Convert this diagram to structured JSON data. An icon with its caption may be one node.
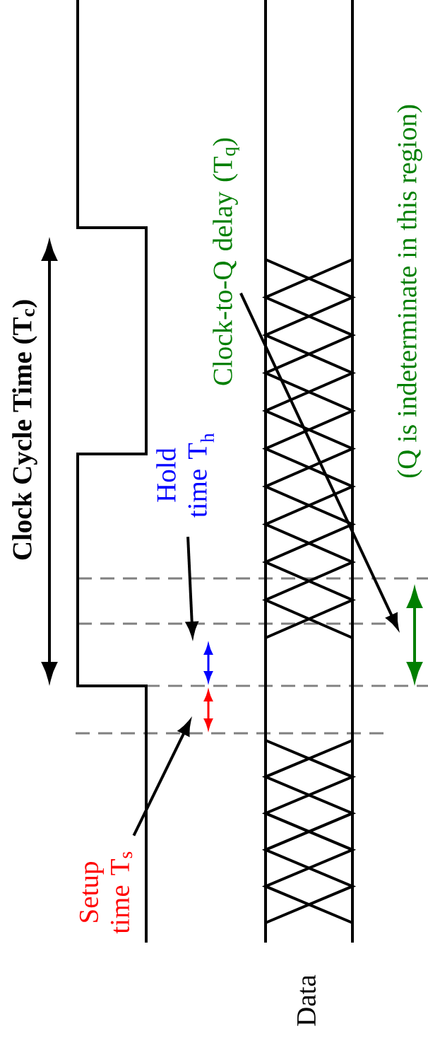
{
  "diagram": {
    "nodes": [
      {
        "text": [
          "Setup time T$_{s}$"
        ]
      },
      {
        "text": [
          "Hold time T$_{h}$"
        ]
      },
      {
        "text": [
          "Clock-to-Q delay (T$_{q}$)"
        ]
      }
    ],
    "edges": [
      {
        "from": 0,
        "to": null,
        "arrow": "to"
      },
      {
        "from": 1,
        "to": null,
        "arrow": "to"
      },
      {
        "from": 2,
        "to": null,
        "arrow": "to"
      }
    ],
    "labels": [
      "Clock Cycle Time (T$_{c}$)",
      "(Q is indeterminate in this region)",
      "Data"
    ]
  }
}
